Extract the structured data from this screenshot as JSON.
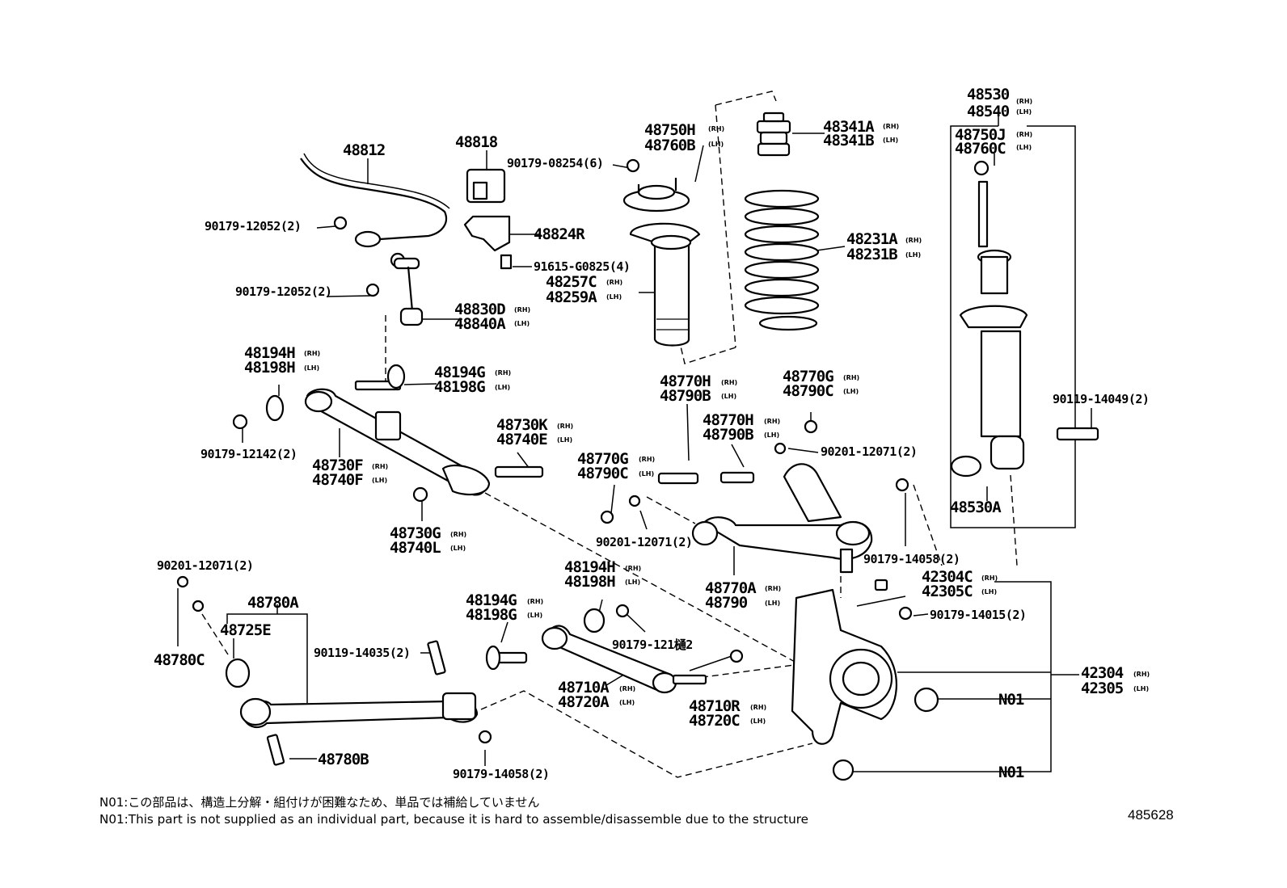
{
  "labels": {
    "p48812": "48812",
    "p48818": "48818",
    "p90179_08254": "90179-08254(6)",
    "p48750H": "48750H",
    "p48760B": "48760B",
    "p48341A": "48341A",
    "p48341B": "48341B",
    "p48530": "48530",
    "p48540": "48540",
    "p48750J": "48750J",
    "p48760C": "48760C",
    "p90179_12052_a": "90179-12052(2)",
    "p48824R": "48824R",
    "p91615": "91615-G0825(4)",
    "p48231A": "48231A",
    "p48231B": "48231B",
    "p48257C": "48257C",
    "p48259A": "48259A",
    "p90179_12052_b": "90179-12052(2)",
    "p48830D": "48830D",
    "p48840A": "48840A",
    "p48194H_a": "48194H",
    "p48198H_a": "48198H",
    "p48194G_a": "48194G",
    "p48198G_a": "48198G",
    "p48770H_a": "48770H",
    "p48790B_a": "48790B",
    "p48770G_a": "48770G",
    "p48790C_a": "48790C",
    "p90119_14049": "90119-14049(2)",
    "p48730K": "48730K",
    "p48740E": "48740E",
    "p48770H_b": "48770H",
    "p48790B_b": "48790B",
    "p90201_a": "90201-12071(2)",
    "p90179_12142": "90179-12142(2)",
    "p48730F": "48730F",
    "p48740F": "48740F",
    "p48770G_b": "48770G",
    "p48790C_b": "48790C",
    "p48530A": "48530A",
    "p48730G": "48730G",
    "p48740L": "48740L",
    "p90201_b": "90201-12071(2)",
    "p90179_14058_a": "90179-14058(2)",
    "p90201_c": "90201-12071(2)",
    "p48194H_b": "48194H",
    "p48198H_b": "48198H",
    "p42304C": "42304C",
    "p42305C": "42305C",
    "p48770A": "48770A",
    "p48790": "48790",
    "p48780A": "48780A",
    "p48194G_b": "48194G",
    "p48198G_b": "48198G",
    "p90179_14015": "90179-14015(2)",
    "p48725E": "48725E",
    "p90179_121x": "90179-121樋2",
    "p48780C": "48780C",
    "p90119_14035": "90119-14035(2)",
    "p42304": "42304",
    "p42305": "42305",
    "p48710A": "48710A",
    "p48720A": "48720A",
    "p48710R": "48710R",
    "p48720C": "48720C",
    "pN01_a": "N01",
    "p48780B": "48780B",
    "pN01_b": "N01",
    "p90179_14058_b": "90179-14058(2)"
  },
  "side": {
    "rh": "RH",
    "lh": "LH",
    "rh_p": "(RH)",
    "lh_p": "(LH)"
  },
  "notes": {
    "jp": "N01:この部品は、構造上分解・組付けが困難なため、単品では補給していません",
    "en": "N01:This part is not supplied as an individual part, because it is hard to assemble/disassemble due to the structure"
  },
  "figure_number": "485628"
}
